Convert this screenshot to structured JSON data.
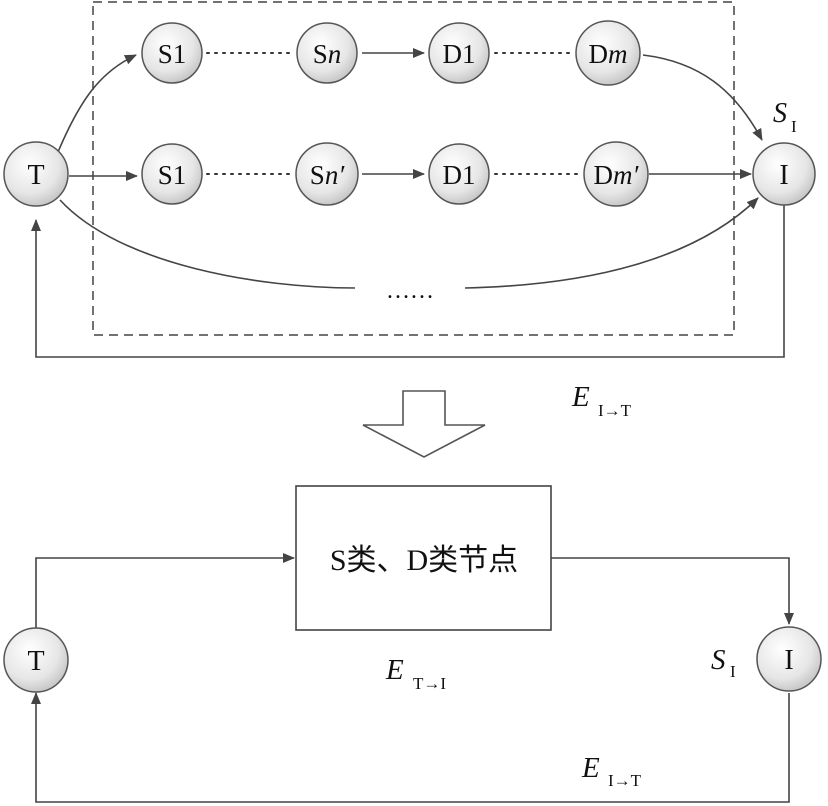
{
  "top": {
    "source": "T",
    "sink": "I",
    "row1": {
      "s_first": "S1",
      "s_last_main": "S",
      "s_last_var": "n",
      "d_first": "D1",
      "d_last_main": "D",
      "d_last_var": "m"
    },
    "row2": {
      "s_first": "S1",
      "s_last_main": "S",
      "s_last_var": "n′",
      "d_first": "D1",
      "d_last_main": "D",
      "d_last_var": "m′"
    },
    "ellipsis": "……",
    "sink_label_main": "S",
    "sink_label_sub": "I",
    "return_label_main": "E",
    "return_label_sub": "I→T"
  },
  "bottom": {
    "source": "T",
    "sink": "I",
    "box_text": "S类、D类节点",
    "forward_label_main": "E",
    "forward_label_sub": "T→I",
    "sink_label_main": "S",
    "sink_label_sub": "I",
    "return_label_main": "E",
    "return_label_sub": "I→T"
  }
}
